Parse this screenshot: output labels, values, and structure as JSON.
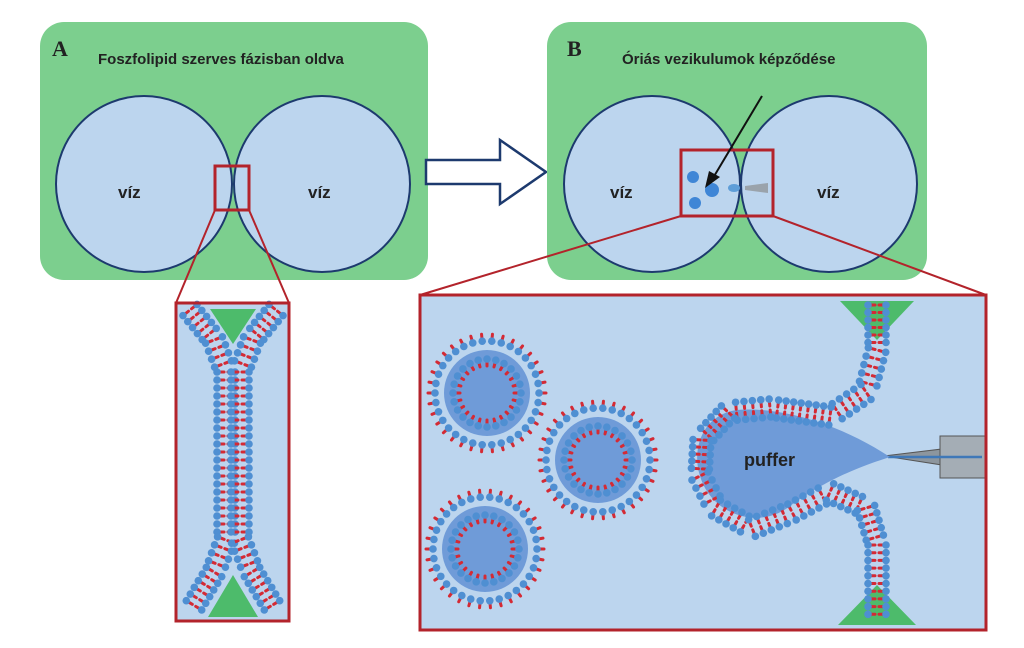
{
  "panel_a": {
    "letter": "A",
    "title": "Foszfolipid szerves fázisban oldva",
    "left_droplet": "víz",
    "right_droplet": "víz"
  },
  "panel_b": {
    "letter": "B",
    "title": "Óriás vezikulumok képződése",
    "left_droplet": "víz",
    "right_droplet": "víz"
  },
  "detail_b": {
    "buffer_label": "puffer"
  },
  "colors": {
    "panel_green": "#7ccf8e",
    "droplet_fill": "#bcd5ee",
    "droplet_stroke": "#1d3a6e",
    "highlight_red": "#b3232b",
    "lipid_head": "#4f8fd2",
    "lipid_tail": "#d42a34",
    "vesicle_core": "#6f9bd8",
    "oil_green": "#4dbb6b"
  }
}
